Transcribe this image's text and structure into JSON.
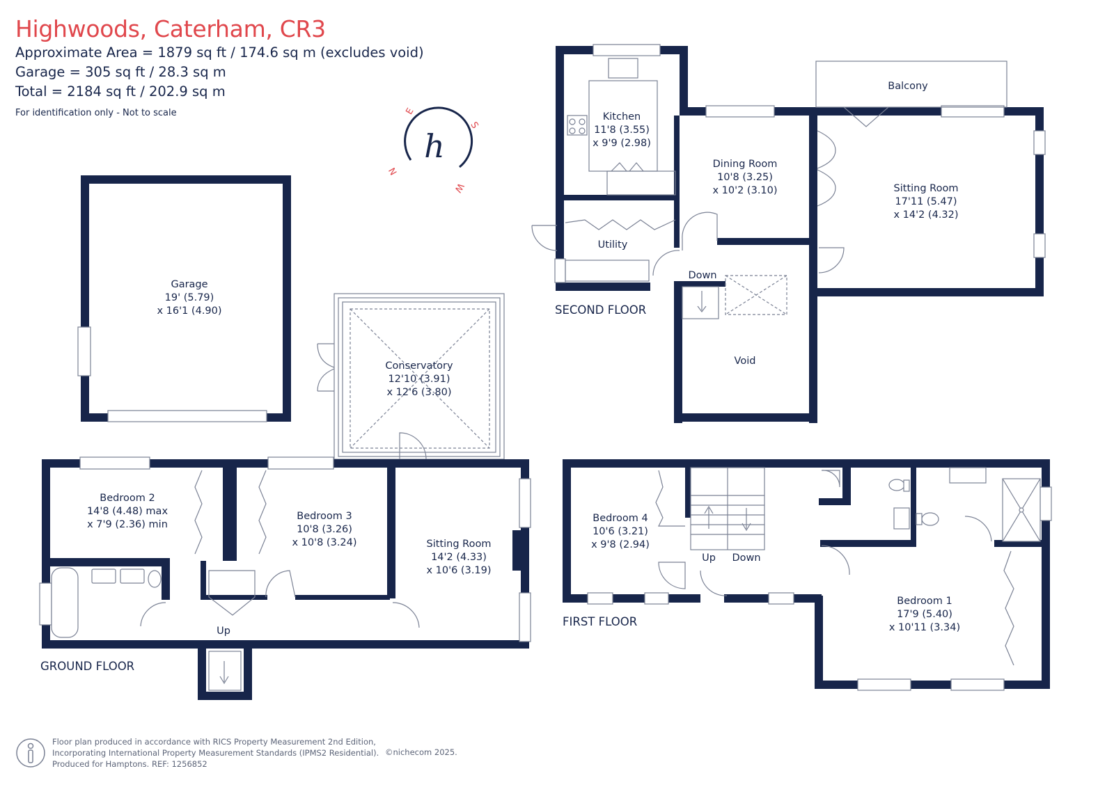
{
  "header": {
    "title": "Highwoods, Caterham, CR3",
    "area_line": "Approximate Area = 1879 sq ft / 174.6 sq m (excludes void)",
    "garage_line": "Garage = 305 sq ft / 28.3 sq m",
    "total_line": "Total = 2184 sq ft / 202.9 sq m",
    "identification": "For identification only - Not to scale"
  },
  "colors": {
    "wall": "#17254a",
    "accent": "#e0474c",
    "fixture": "#7a8194"
  },
  "compass": {
    "icon": "compass-logo-icon",
    "monogram": "h",
    "north": "N",
    "south": "S",
    "east": "E",
    "west": "W"
  },
  "floors": {
    "ground": "GROUND FLOOR",
    "first": "FIRST FLOOR",
    "second": "SECOND FLOOR"
  },
  "rooms": {
    "garage": {
      "name": "Garage",
      "dim1": "19' (5.79)",
      "dim2": "x 16'1 (4.90)"
    },
    "conservatory": {
      "name": "Conservatory",
      "dim1": "12'10 (3.91)",
      "dim2": "x 12'6 (3.80)"
    },
    "bedroom2": {
      "name": "Bedroom 2",
      "dim1": "14'8 (4.48) max",
      "dim2": "x 7'9 (2.36) min"
    },
    "bedroom3": {
      "name": "Bedroom 3",
      "dim1": "10'8 (3.26)",
      "dim2": "x 10'8 (3.24)"
    },
    "sitting_ground": {
      "name": "Sitting Room",
      "dim1": "14'2 (4.33)",
      "dim2": "x 10'6 (3.19)"
    },
    "kitchen": {
      "name": "Kitchen",
      "dim1": "11'8 (3.55)",
      "dim2": "x 9'9 (2.98)"
    },
    "dining": {
      "name": "Dining Room",
      "dim1": "10'8 (3.25)",
      "dim2": "x 10'2 (3.10)"
    },
    "sitting_second": {
      "name": "Sitting Room",
      "dim1": "17'11 (5.47)",
      "dim2": "x 14'2 (4.32)"
    },
    "balcony": {
      "name": "Balcony"
    },
    "utility": {
      "name": "Utility"
    },
    "void": {
      "name": "Void"
    },
    "bedroom4": {
      "name": "Bedroom 4",
      "dim1": "10'6 (3.21)",
      "dim2": "x 9'8 (2.94)"
    },
    "bedroom1": {
      "name": "Bedroom 1",
      "dim1": "17'9 (5.40)",
      "dim2": "x 10'11 (3.34)"
    }
  },
  "stairs": {
    "up": "Up",
    "down": "Down"
  },
  "footer": {
    "line1": "Floor plan produced in accordance with RICS Property Measurement 2nd Edition,",
    "line2": "Incorporating International Property Measurement Standards (IPMS2 Residential).",
    "line3": "Produced for Hamptons.   REF: 1256852",
    "copyright": "©nichecom 2025."
  }
}
